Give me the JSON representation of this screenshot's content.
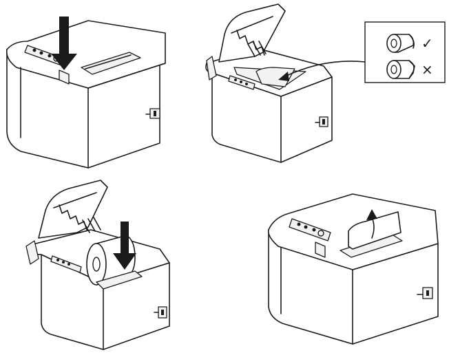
{
  "figure": {
    "steps": [
      {
        "id": 1,
        "action": "press-cover-release-button"
      },
      {
        "id": 2,
        "action": "cover-open-check-roll-orientation"
      },
      {
        "id": 3,
        "action": "insert-paper-roll"
      },
      {
        "id": 4,
        "action": "close-cover-paper-out"
      }
    ],
    "inset": {
      "correct_mark": "✓",
      "incorrect_mark": "×"
    },
    "colors": {
      "ink": "#1a1a1a",
      "paper": "#ffffff",
      "panel": "#f2f2f2"
    }
  }
}
